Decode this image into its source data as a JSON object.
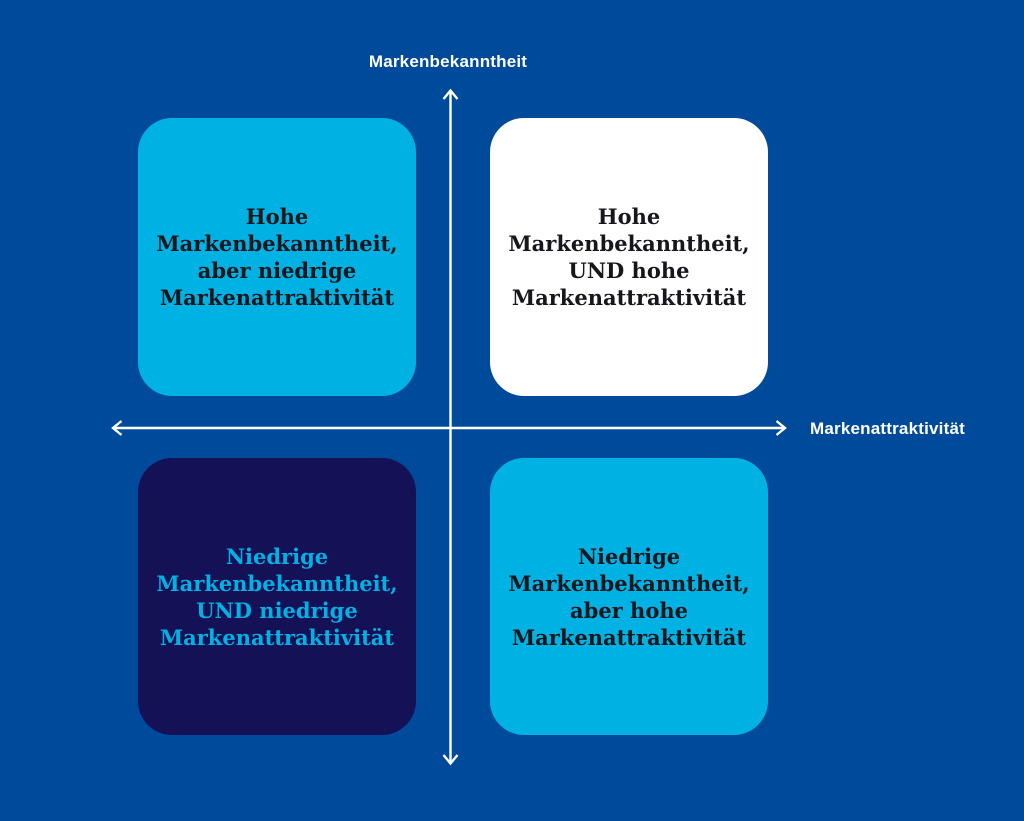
{
  "canvas": {
    "background": "#004A9C"
  },
  "axes": {
    "y_label": "Markenbekanntheit",
    "x_label": "Markenattraktivität",
    "line_color": "#FFFFFF"
  },
  "quadrants": [
    {
      "id": "top-left",
      "text": "Hohe\nMarkenbekanntheit,\naber niedrige\nMarkenattraktivität",
      "bg": "#00B2E3",
      "fg": "#16161D"
    },
    {
      "id": "top-right",
      "text": "Hohe\nMarkenbekanntheit,\nUND hohe\nMarkenattraktivität",
      "bg": "#FFFFFF",
      "fg": "#16161D"
    },
    {
      "id": "bottom-left",
      "text": "Niedrige\nMarkenbekanntheit,\nUND niedrige\nMarkenattraktivität",
      "bg": "#151157",
      "fg": "#00B2E3"
    },
    {
      "id": "bottom-right",
      "text": "Niedrige\nMarkenbekanntheit,\naber hohe\nMarkenattraktivität",
      "bg": "#00B2E3",
      "fg": "#16161D"
    }
  ]
}
